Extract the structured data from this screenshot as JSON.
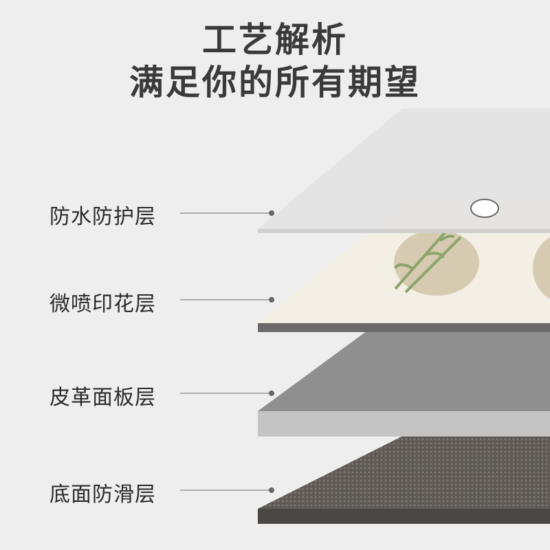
{
  "header": {
    "title": "工艺解析",
    "subtitle": "满足你的所有期望"
  },
  "layers": [
    {
      "label": "防水防护层",
      "color": "#e4e4e4"
    },
    {
      "label": "微喷印花层",
      "color": "#f3efe4"
    },
    {
      "label": "皮革面板层",
      "color": "#8f8f8f"
    },
    {
      "label": "底面防滑层",
      "color": "#5e5955"
    }
  ]
}
